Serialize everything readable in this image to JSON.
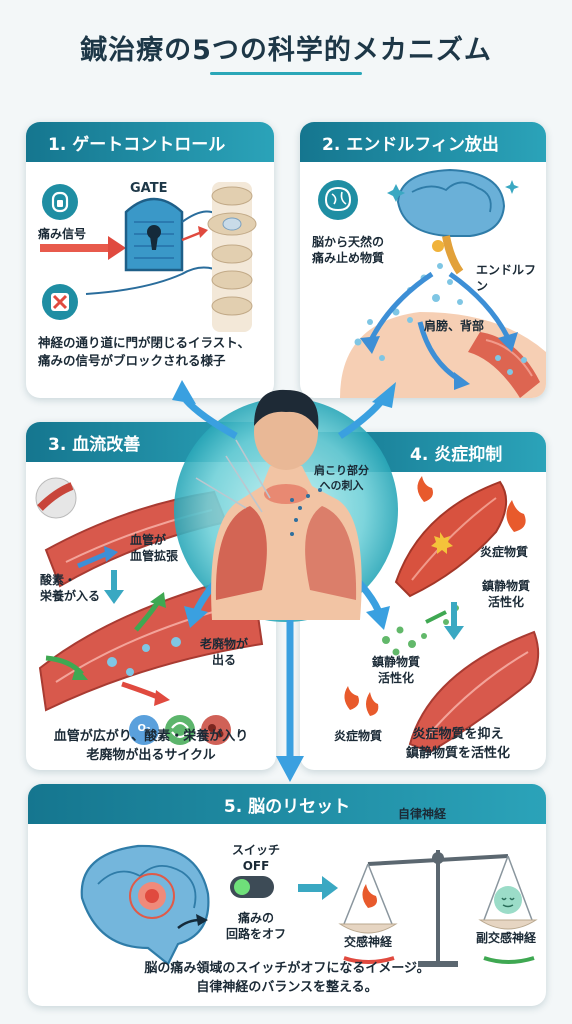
{
  "title": "鍼治療の5つの科学的メカニズム",
  "gate": {
    "header": "1. ゲートコントロール",
    "gate_label": "GATE",
    "signal_label": "痛み信号",
    "caption_line1": "神経の通り道に門が閉じるイラスト、",
    "caption_line2": "痛みの信号がブロックされる様子"
  },
  "endorphin": {
    "header": "2. エンドルフィン放出",
    "brain_label_line1": "脳から天然の",
    "brain_label_line2": "痛み止め物質",
    "endorphin_label": "エンドルフン",
    "shoulder_label": "肩膀、背部"
  },
  "center": {
    "needle_label_line1": "肩こり部分",
    "needle_label_line2": "への刺入"
  },
  "blood": {
    "header": "3. 血流改善",
    "vessel_label_line1": "血管が",
    "vessel_label_line2": "血管拡張",
    "oxygen_label_line1": "酸素・",
    "oxygen_label_line2": "栄養が入る",
    "waste_label_line1": "老廃物が",
    "waste_label_line2": "出る",
    "o2_symbol": "O₂",
    "caption_line1": "血管が広がり、酸素・栄養が入り",
    "caption_line2": "老廃物が出るサイクル"
  },
  "inflammation": {
    "header": "4. 炎症抑制",
    "inflam_label": "炎症物質",
    "analgesic_label_line1": "鎮静物質",
    "analgesic_label_line2": "活性化",
    "analgesic2_label_line1": "鎮静物質",
    "analgesic2_label_line2": "活性化",
    "inflam2_label": "炎症物質",
    "caption_line1": "炎症物質を抑え",
    "caption_line2": "鎮静物質を活性化"
  },
  "brain_reset": {
    "header": "5. 脳のリセット",
    "autonomic_label": "自律神経",
    "switch_label_line1": "スイッチ",
    "switch_label_line2": "OFF",
    "pain_circuit_line1": "痛みの",
    "pain_circuit_line2": "回路をオフ",
    "sympathetic_label": "交感神経",
    "parasympathetic_label": "副交感神経",
    "caption_line1": "脳の痛み領域のスイッチがオフになるイメージ。",
    "caption_line2": "自律神経のバランスを整える。"
  },
  "colors": {
    "header_dark": "#15768f",
    "header_light": "#2ba3b9",
    "accent_red": "#e04a3f",
    "accent_green": "#3fa852",
    "accent_blue": "#3d8fd6"
  }
}
